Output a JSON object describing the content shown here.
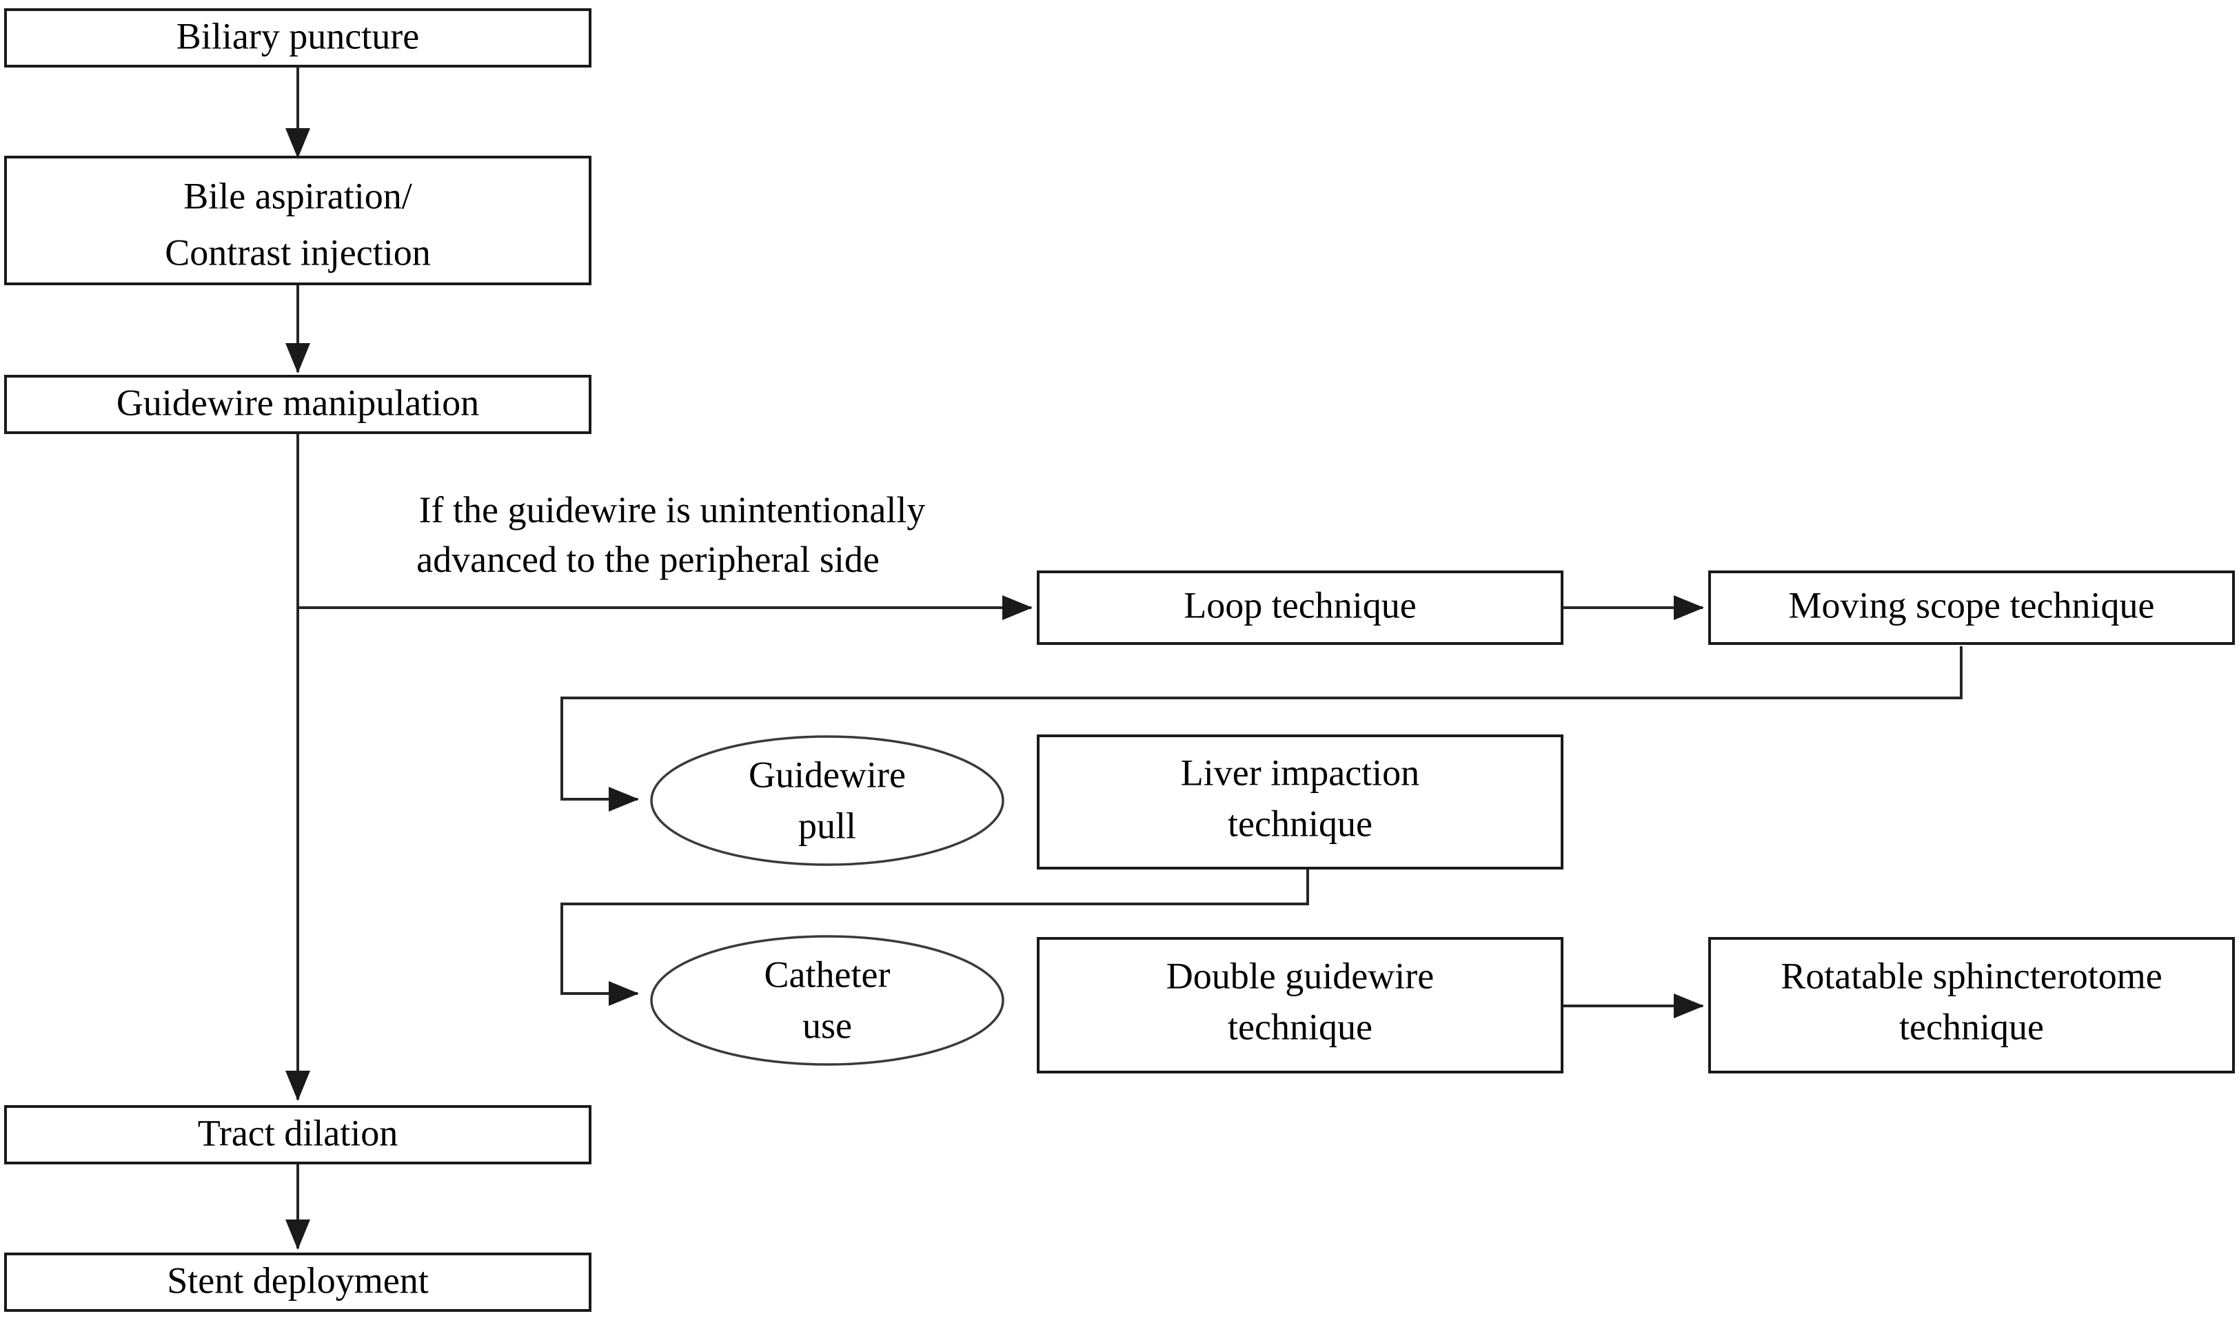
{
  "diagram": {
    "title": "Biliary intervention guidewire manipulation flowchart",
    "background_color": "#ffffff",
    "line_color": "#262626",
    "box_border_color": "#1a1a1a",
    "text_color": "#000000"
  },
  "nodes": {
    "biliary_puncture": {
      "label": "Biliary puncture",
      "shape": "rect"
    },
    "bile_aspiration_line1": {
      "label": "Bile aspiration/"
    },
    "bile_aspiration_line2": {
      "label": "Contrast injection"
    },
    "guidewire_manipulation": {
      "label": "Guidewire manipulation",
      "shape": "rect"
    },
    "loop_technique": {
      "label": "Loop technique",
      "shape": "rect"
    },
    "moving_scope_technique": {
      "label": "Moving scope technique",
      "shape": "rect"
    },
    "guidewire_pull_line1": {
      "label": "Guidewire"
    },
    "guidewire_pull_line2": {
      "label": "pull"
    },
    "liver_impaction_line1": {
      "label": "Liver impaction"
    },
    "liver_impaction_line2": {
      "label": "technique"
    },
    "catheter_use_line1": {
      "label": "Catheter"
    },
    "catheter_use_line2": {
      "label": "use"
    },
    "double_guidewire_line1": {
      "label": "Double guidewire"
    },
    "double_guidewire_line2": {
      "label": "technique"
    },
    "rotatable_sphincterotome_line1": {
      "label": "Rotatable sphincterotome"
    },
    "rotatable_sphincterotome_line2": {
      "label": "technique"
    },
    "tract_dilation": {
      "label": "Tract dilation",
      "shape": "rect"
    },
    "stent_deployment": {
      "label": "Stent deployment",
      "shape": "rect"
    }
  },
  "annotations": {
    "branch_condition_line1": "If the guidewire is unintentionally",
    "branch_condition_line2": "advanced to the peripheral side"
  },
  "edges": [
    {
      "from": "biliary_puncture",
      "to": "bile_aspiration",
      "type": "arrow-down"
    },
    {
      "from": "bile_aspiration",
      "to": "guidewire_manipulation",
      "type": "arrow-down"
    },
    {
      "from": "guidewire_manipulation",
      "to": "loop_technique",
      "type": "elbow-right-arrow"
    },
    {
      "from": "loop_technique",
      "to": "moving_scope_technique",
      "type": "arrow-right"
    },
    {
      "from": "moving_scope_technique",
      "to": "guidewire_pull",
      "type": "feedback-elbow-arrow"
    },
    {
      "from": "liver_impaction_technique",
      "to": "catheter_use",
      "type": "feedback-elbow-arrow"
    },
    {
      "from": "double_guidewire_technique",
      "to": "rotatable_sphincterotome_technique",
      "type": "arrow-right"
    },
    {
      "from": "guidewire_manipulation",
      "to": "tract_dilation",
      "type": "arrow-down"
    },
    {
      "from": "tract_dilation",
      "to": "stent_deployment",
      "type": "arrow-down"
    }
  ]
}
